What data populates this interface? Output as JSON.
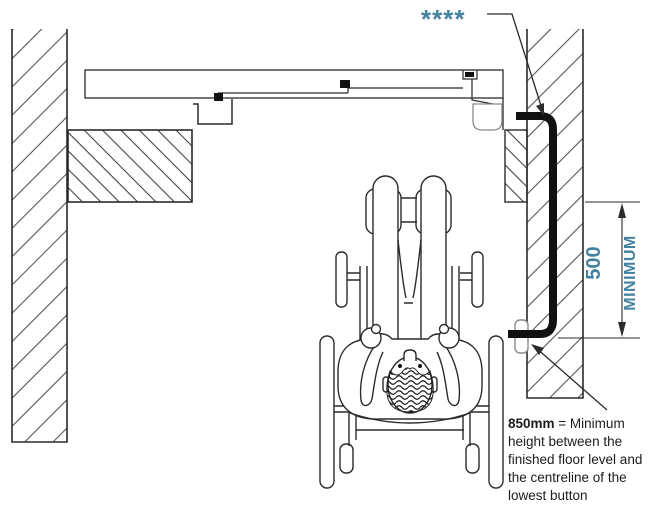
{
  "colors": {
    "accent": "#44819F",
    "line": "#2b2b2b",
    "conduit": "#111111",
    "gray": "#8a8a8a"
  },
  "annotations": {
    "footnote_marker": "****",
    "dimension": {
      "value": "500",
      "qualifier": "MINIMUM"
    },
    "note": {
      "bold": "850mm",
      "text": " = Minimum height between the finished floor level and the centreline of the lowest button"
    }
  }
}
